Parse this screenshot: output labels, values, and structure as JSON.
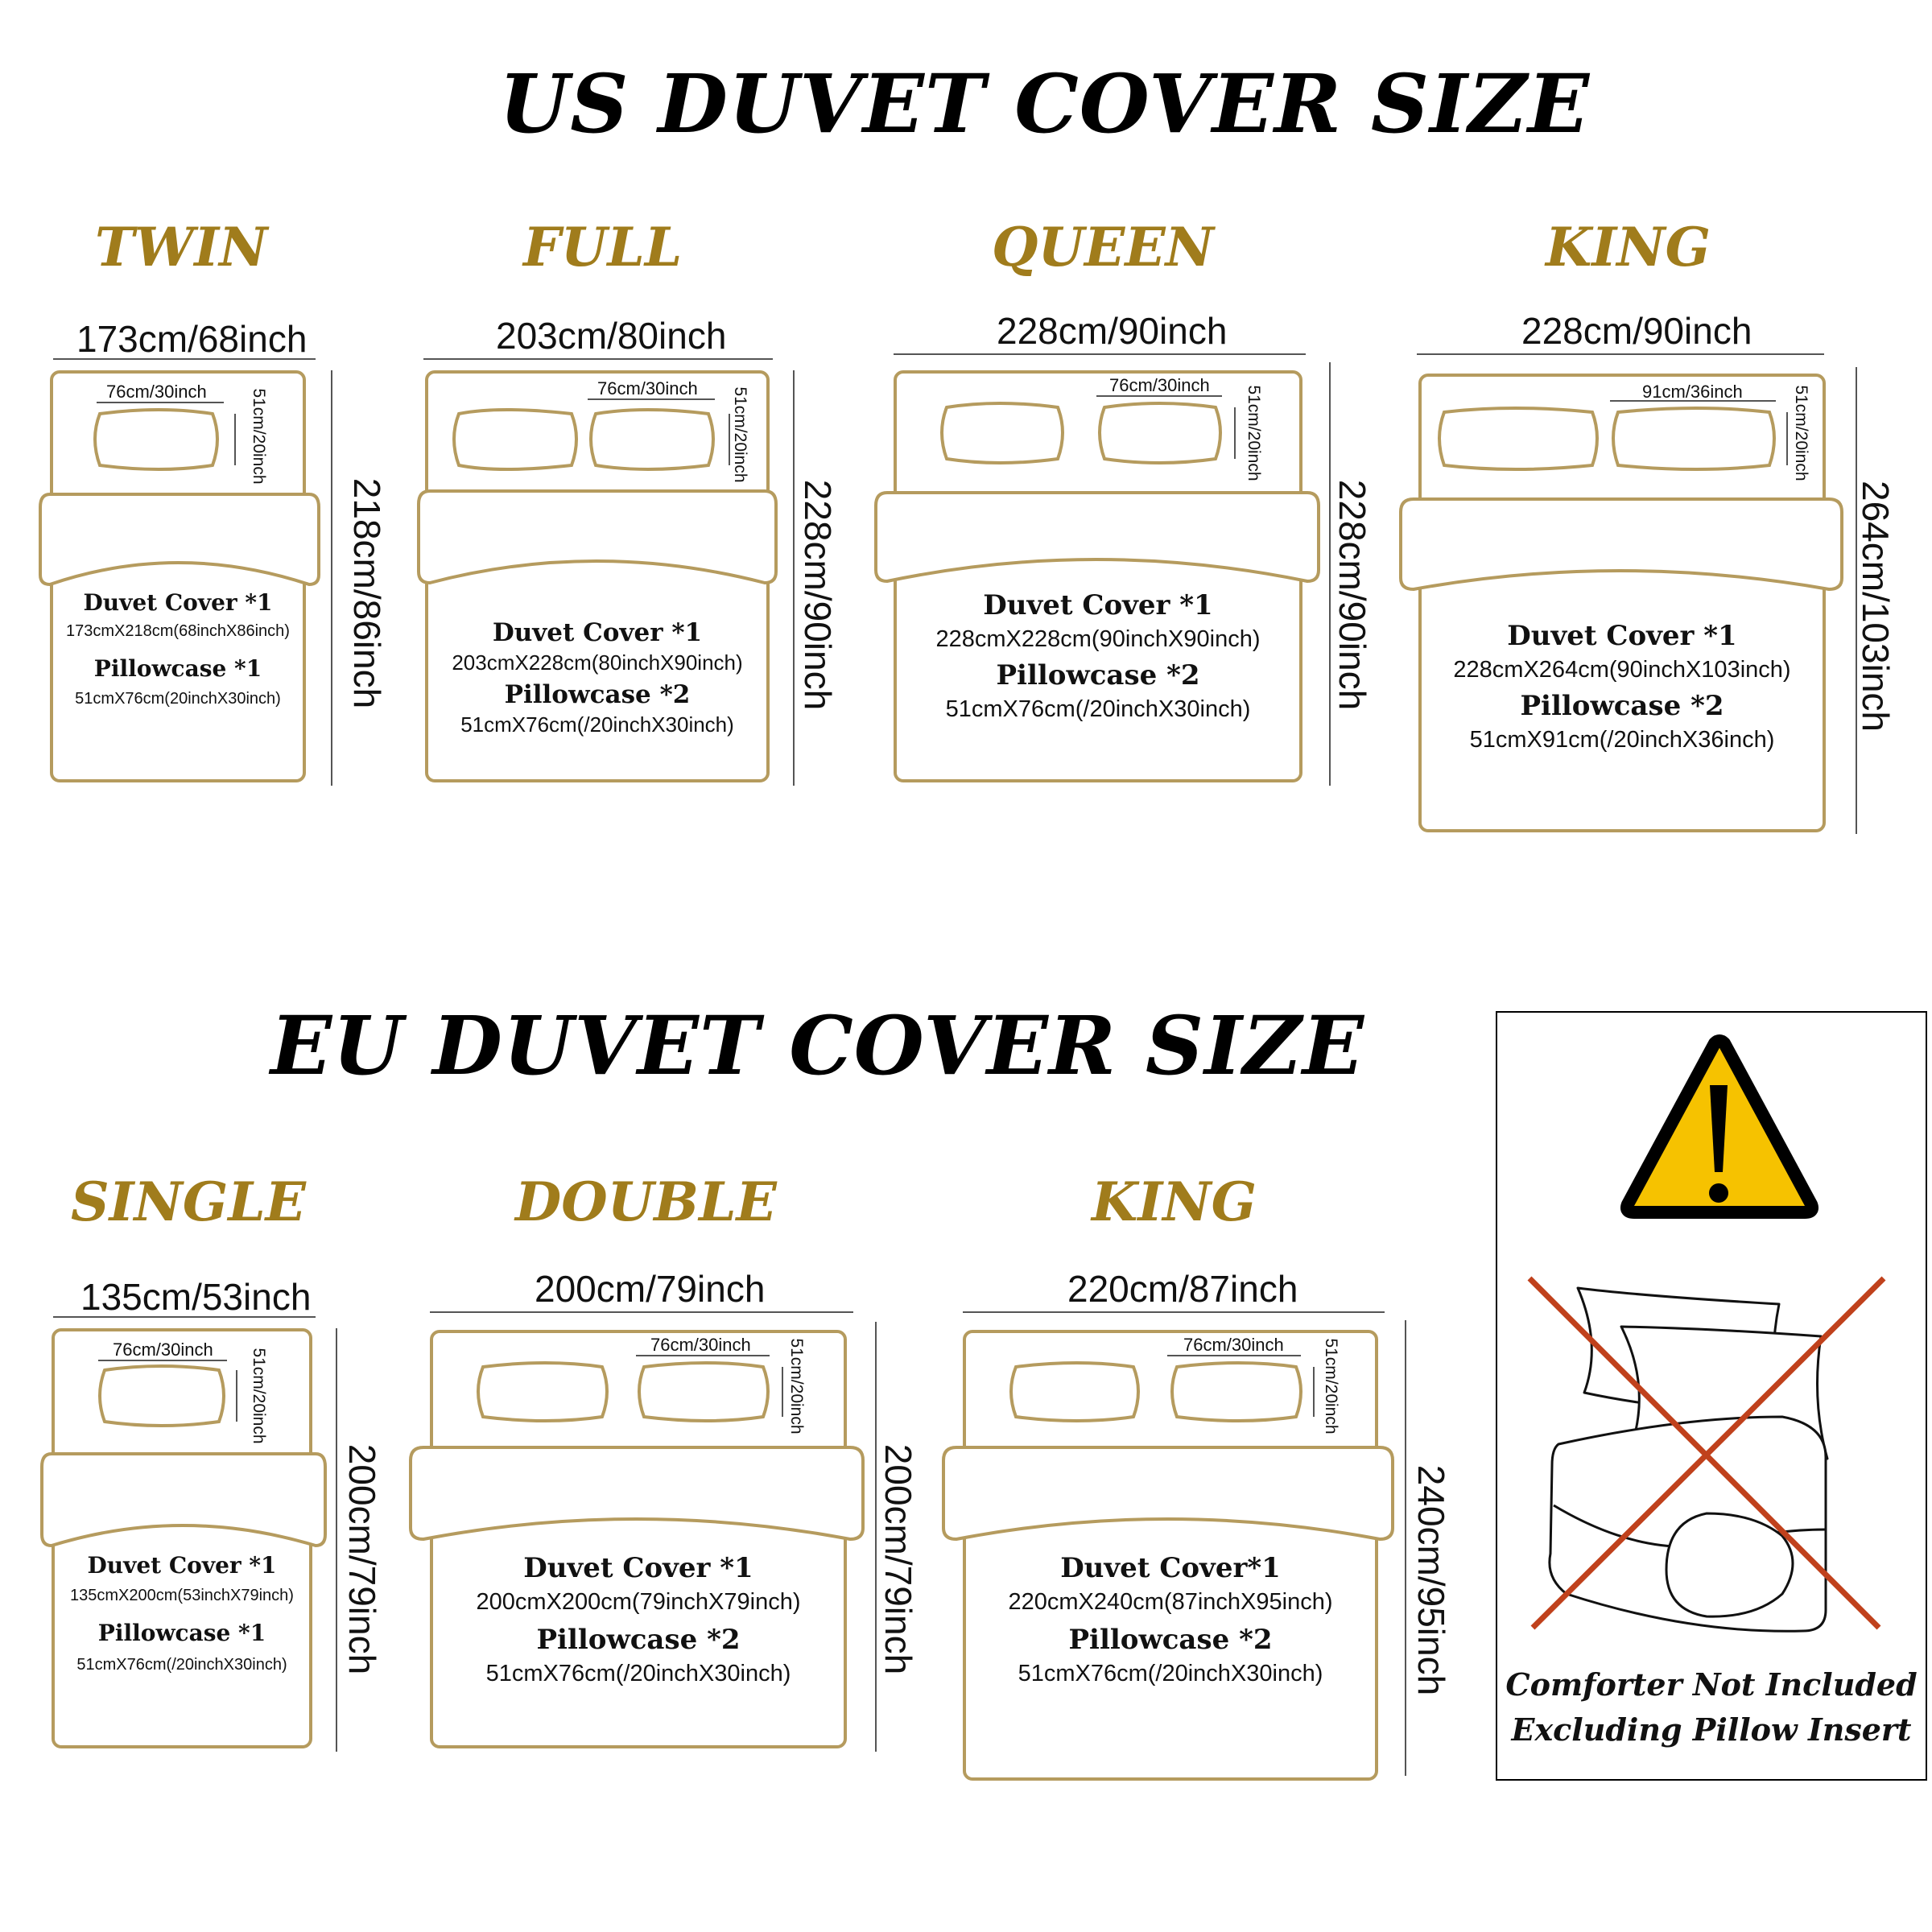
{
  "us_section": {
    "title": "US DUVET COVER SIZE",
    "sizes": [
      {
        "name": "TWIN",
        "width": "173cm/68inch",
        "height": "218cm/86inch",
        "pillow_w": "76cm/30inch",
        "pillow_h": "51cm/20inch",
        "duvet_label": "Duvet Cover *1",
        "duvet_size": "173cmX218cm(68inchX86inch)",
        "pillow_label": "Pillowcase *1",
        "pillow_size": "51cmX76cm(20inchX30inch)"
      },
      {
        "name": "FULL",
        "width": "203cm/80inch",
        "height": "228cm/90inch",
        "pillow_w": "76cm/30inch",
        "pillow_h": "51cm/20inch",
        "duvet_label": "Duvet Cover *1",
        "duvet_size": "203cmX228cm(80inchX90inch)",
        "pillow_label": "Pillowcase *2",
        "pillow_size": "51cmX76cm(/20inchX30inch)"
      },
      {
        "name": "QUEEN",
        "width": "228cm/90inch",
        "height": "228cm/90inch",
        "pillow_w": "76cm/30inch",
        "pillow_h": "51cm/20inch",
        "duvet_label": "Duvet Cover *1",
        "duvet_size": "228cmX228cm(90inchX90inch)",
        "pillow_label": "Pillowcase *2",
        "pillow_size": "51cmX76cm(/20inchX30inch)"
      },
      {
        "name": "KING",
        "width": "228cm/90inch",
        "height": "264cm/103inch",
        "pillow_w": "91cm/36inch",
        "pillow_h": "51cm/20inch",
        "duvet_label": "Duvet Cover *1",
        "duvet_size": "228cmX264cm(90inchX103inch)",
        "pillow_label": "Pillowcase *2",
        "pillow_size": "51cmX91cm(/20inchX36inch)"
      }
    ]
  },
  "eu_section": {
    "title": "EU DUVET COVER SIZE",
    "sizes": [
      {
        "name": "SINGLE",
        "width": "135cm/53inch",
        "height": "200cm/79inch",
        "pillow_w": "76cm/30inch",
        "pillow_h": "51cm/20inch",
        "duvet_label": "Duvet Cover *1",
        "duvet_size": "135cmX200cm(53inchX79inch)",
        "pillow_label": "Pillowcase *1",
        "pillow_size": "51cmX76cm(/20inchX30inch)"
      },
      {
        "name": "DOUBLE",
        "width": "200cm/79inch",
        "height": "200cm/79inch",
        "pillow_w": "76cm/30inch",
        "pillow_h": "51cm/20inch",
        "duvet_label": "Duvet Cover *1",
        "duvet_size": "200cmX200cm(79inchX79inch)",
        "pillow_label": "Pillowcase *2",
        "pillow_size": "51cmX76cm(/20inchX30inch)"
      },
      {
        "name": "KING",
        "width": "220cm/87inch",
        "height": "240cm/95inch",
        "pillow_w": "76cm/30inch",
        "pillow_h": "51cm/20inch",
        "duvet_label": "Duvet Cover*1",
        "duvet_size": "220cmX240cm(87inchX95inch)",
        "pillow_label": "Pillowcase *2",
        "pillow_size": "51cmX76cm(/20inchX30inch)"
      }
    ]
  },
  "notice": {
    "icons": [
      "warning-icon",
      "crossed-out-bedding-icon"
    ],
    "line1": "Comforter Not Included",
    "line2": "Excluding Pillow Insert"
  },
  "colors": {
    "gold": "#a07c1c",
    "bed_outline": "#b59b5e",
    "warning_yellow": "#f6c200",
    "cross_red": "#c0411c"
  }
}
